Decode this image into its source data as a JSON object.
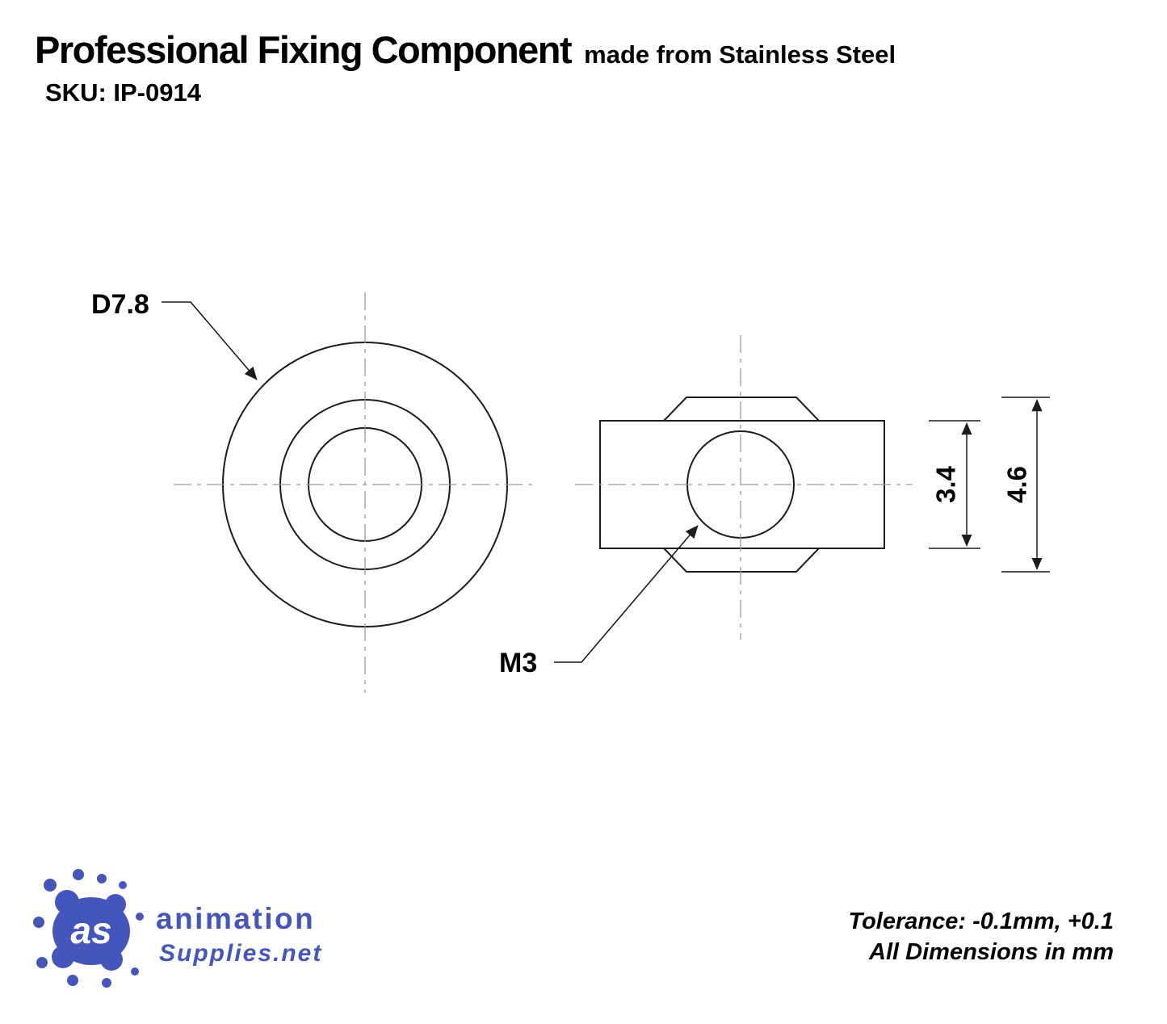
{
  "header": {
    "title": "Professional Fixing Component",
    "subtitle": "made from Stainless Steel",
    "sku": "SKU: IP-0914"
  },
  "drawing": {
    "labels": {
      "diameter": "D7.8",
      "thread": "M3",
      "dim_inner": "3.4",
      "dim_outer": "4.6"
    }
  },
  "footer": {
    "logo": {
      "monogram": "as",
      "line1": "animation",
      "line2": "Supplies.net"
    },
    "tolerance_line1": "Tolerance: -0.1mm, +0.1",
    "tolerance_line2": "All Dimensions in mm"
  },
  "colors": {
    "drawing_line": "#1c1c1c",
    "centerline": "#999999",
    "logo_blue": "#4456bb",
    "background": "#ffffff",
    "text": "#000000"
  }
}
